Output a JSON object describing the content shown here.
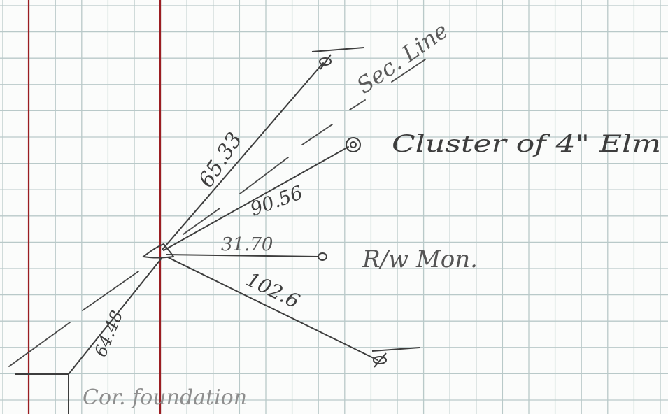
{
  "colors": {
    "paper": "#fbfcfb",
    "grid": "#b9c9c9",
    "margin_rule": "#9b1d22",
    "pencil": "#3d3d3d",
    "pencil_light": "#5a5a5a",
    "faded_text": "#8e8e8e"
  },
  "labels": {
    "sec_line": "Sec. Line",
    "cluster": "Cluster of 4\" Elm",
    "rw_mon": "R/w Mon.",
    "cor_foundation": "Cor. foundation"
  },
  "measurements": {
    "to_sec_line_stake": "65.33",
    "to_elm_cluster": "90.56",
    "to_rw_monument": "31.70",
    "to_lower_stake": "102.6",
    "to_cor_foundation": "64.48"
  },
  "icons": {
    "origin": "triangle-icon",
    "stake": "stake-icon",
    "tree": "tree-cluster-icon",
    "monument": "monument-circle-icon"
  }
}
